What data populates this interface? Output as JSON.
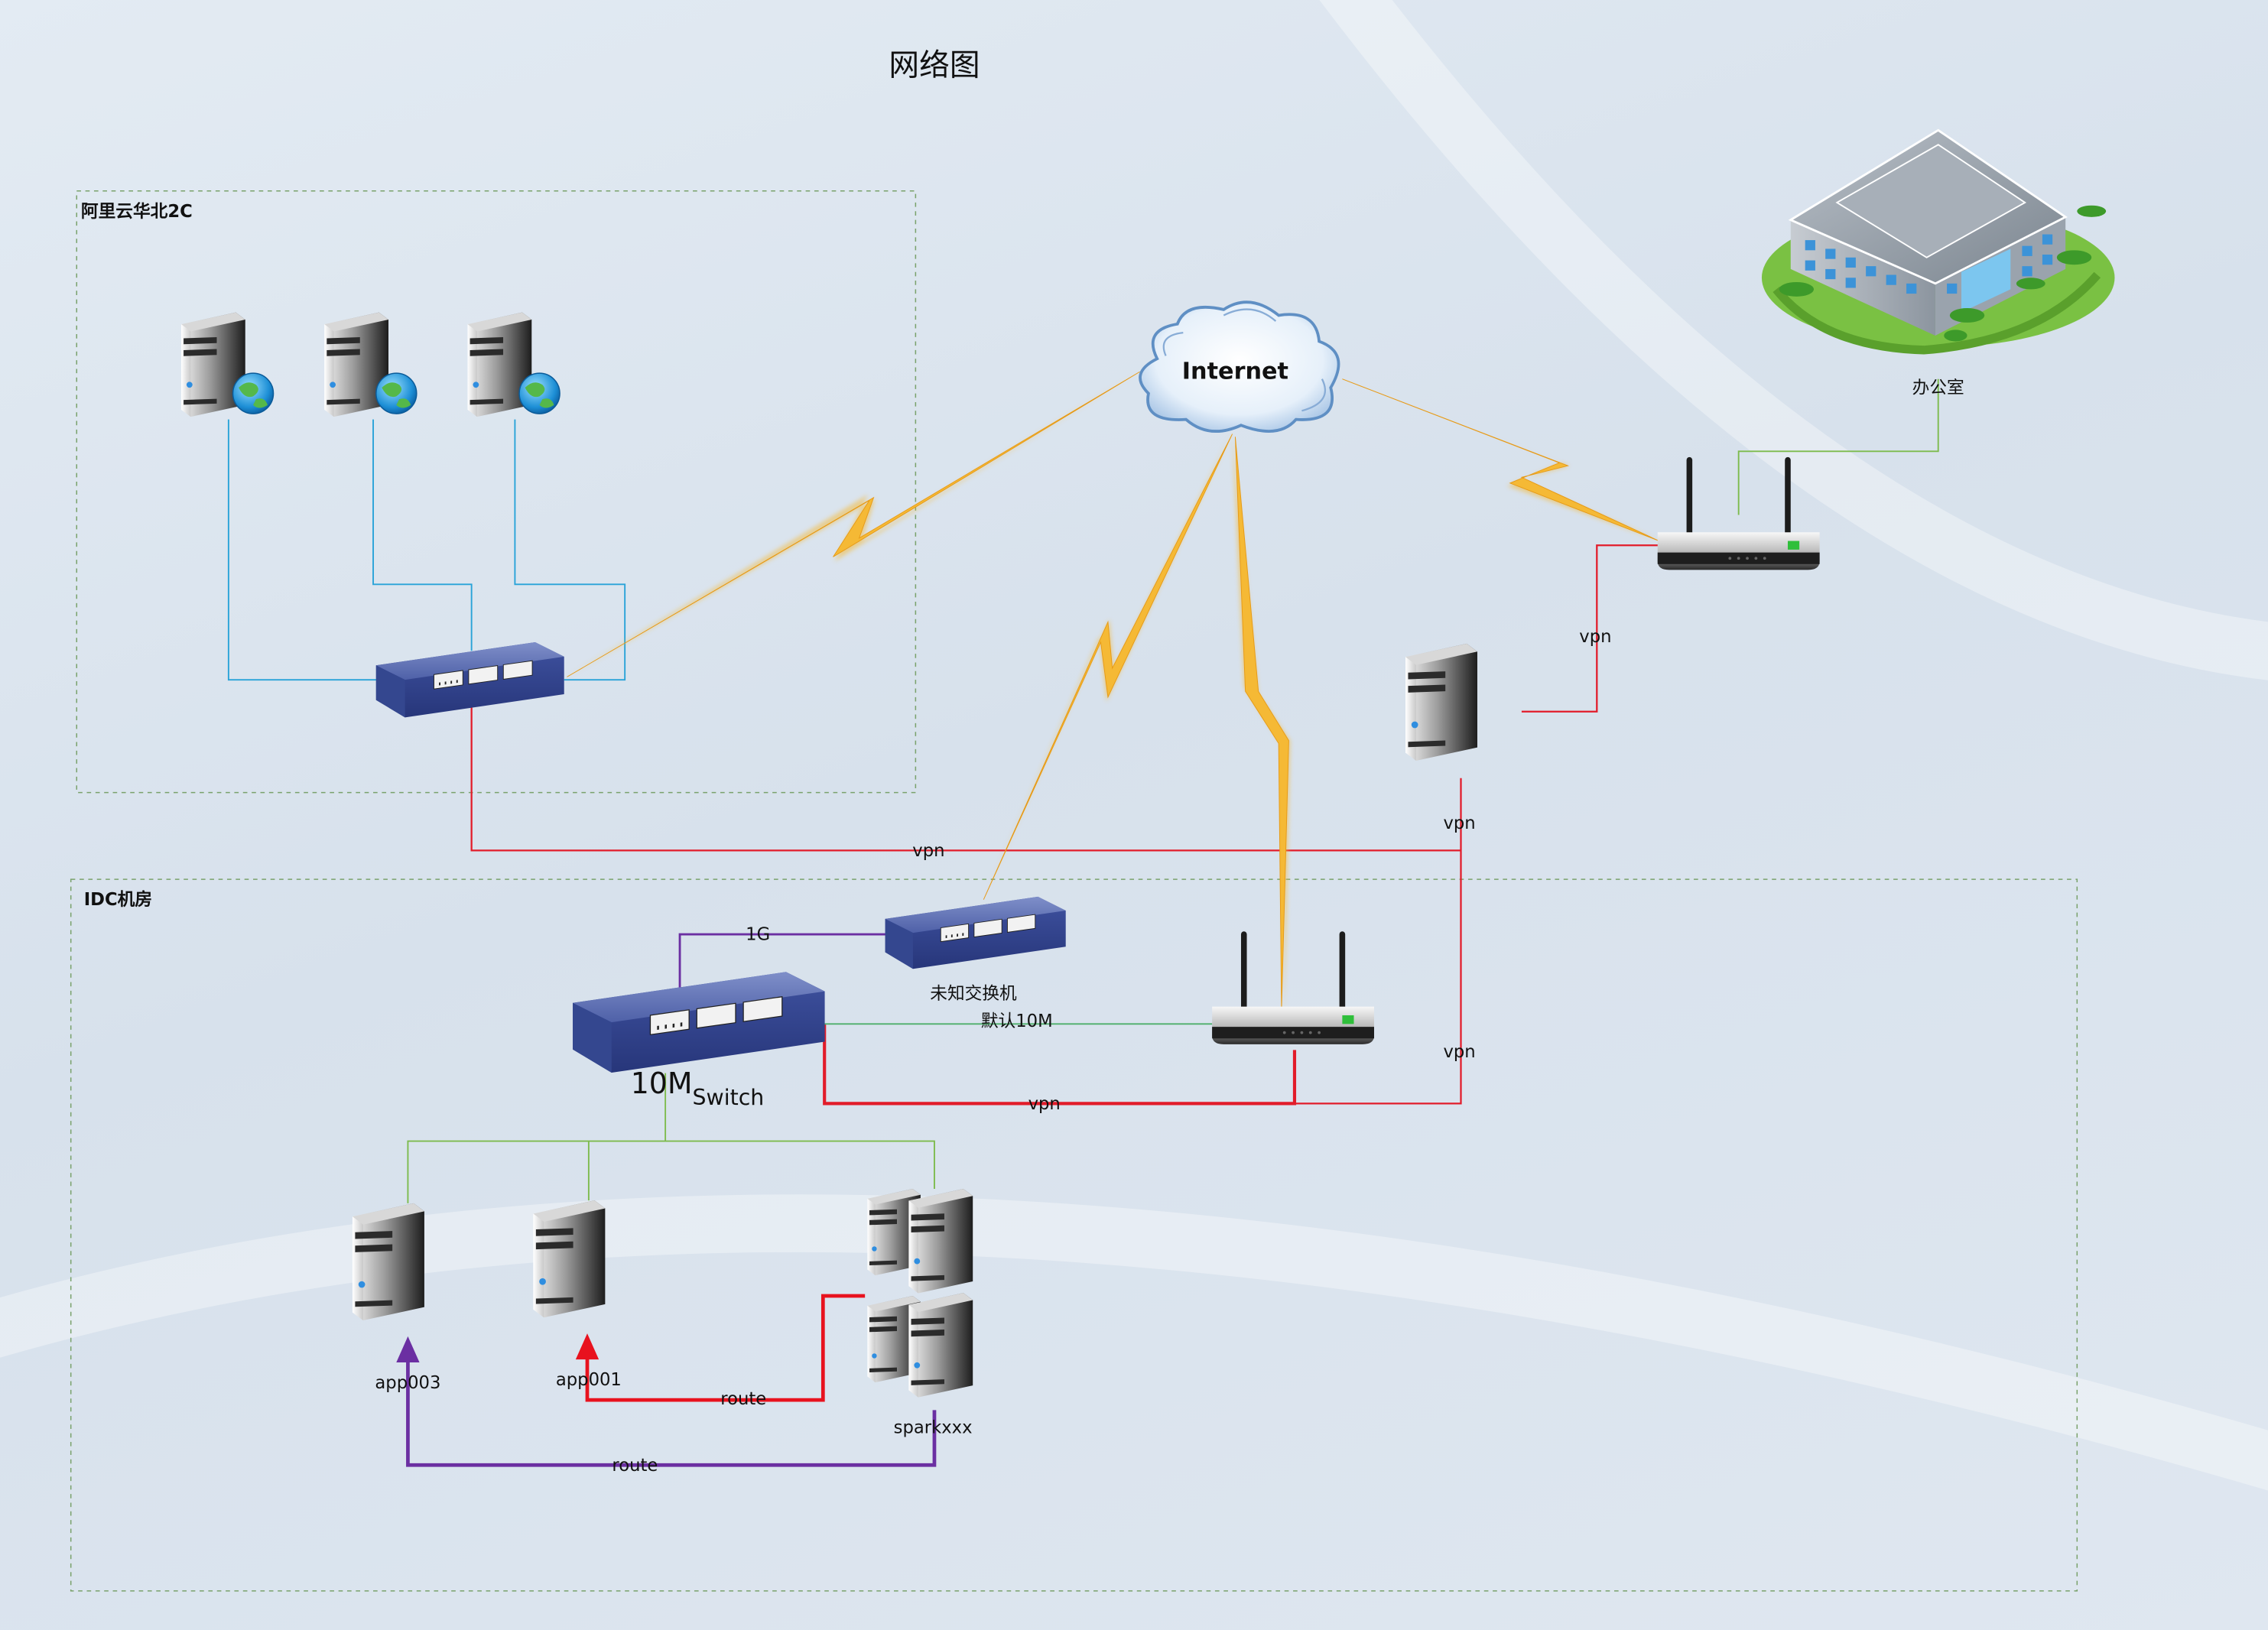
{
  "diagram": {
    "title": "网络图",
    "groups": {
      "aliyun": "阿里云华北2C",
      "idc": "IDC机房"
    },
    "nodes": {
      "internet": "Internet",
      "office": "办公室",
      "unknown_switch": "未知交换机",
      "main_switch_big": "10M",
      "main_switch_small": "Switch",
      "app003": "app003",
      "app001": "app001",
      "spark": "sparkxxx"
    },
    "links": {
      "vpn_office": "vpn",
      "vpn_server": "vpn",
      "vpn_aliyun": "vpn",
      "vpn_idc_router": "vpn",
      "vpn_switch": "vpn",
      "link_1g": "1G",
      "default_10m": "默认10M",
      "route_app001": "route",
      "route_app003": "route"
    },
    "colors": {
      "vpn": "#e21c2a",
      "lan_blue": "#29a3d8",
      "lan_green": "#7dbb4d",
      "uplink_purple": "#6b2fa2",
      "lightning": "#f5b935"
    }
  }
}
